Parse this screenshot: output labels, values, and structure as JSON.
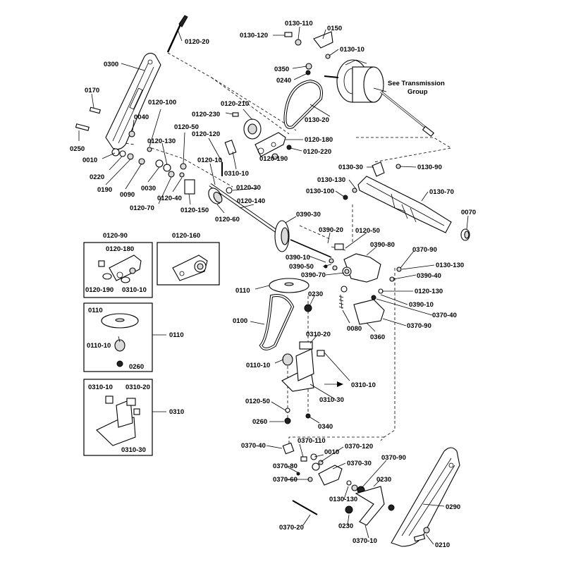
{
  "labels": {
    "l0120_20": "0120-20",
    "l0300": "0300",
    "l0170": "0170",
    "l0040": "0040",
    "l0250": "0250",
    "l0010": "0010",
    "l0220": "0220",
    "l0190": "0190",
    "l0090": "0090",
    "l0030": "0030",
    "l0120_100": "0120-100",
    "l0120_130": "0120-130",
    "l0120_70": "0120-70",
    "l0120_40": "0120-40",
    "l0120_50": "0120-50",
    "l0120_150": "0120-150",
    "l0120_10": "0120-10",
    "l0120_60": "0120-60",
    "l0120_120": "0120-120",
    "l0120_30": "0120-30",
    "l0120_140": "0120-140",
    "l0120_210": "0120-210",
    "l0120_230": "0120-230",
    "l0120_180": "0120-180",
    "l0120_220": "0120-220",
    "l0120_190": "0120-190",
    "l0310_10": "0310-10",
    "l0130_110": "0130-110",
    "l0130_120": "0130-120",
    "l0150": "0150",
    "l0130_10": "0130-10",
    "l0350": "0350",
    "l0240": "0240",
    "l0130_20": "0130-20",
    "l0130_30": "0130-30",
    "l0130_90": "0130-90",
    "l0130_130": "0130-130",
    "l0130_100": "0130-100",
    "l0130_70": "0130-70",
    "l0070": "0070",
    "l0390_30": "0390-30",
    "l0390_20": "0390-20",
    "l0120_50b": "0120-50",
    "l0390_80": "0390-80",
    "l0370_90": "0370-90",
    "l0130_130b": "0130-130",
    "l0390_10": "0390-10",
    "l0390_50": "0390-50",
    "l0390_70": "0390-70",
    "l0390_40": "0390-40",
    "l0120_130b": "0120-130",
    "l0390_10b": "0390-10",
    "l0370_40": "0370-40",
    "l0370_90b": "0370-90",
    "l0110": "0110",
    "l0230": "0230",
    "l0100": "0100",
    "l0080": "0080",
    "l0360": "0360",
    "l0310_20": "0310-20",
    "l0110_10": "0110-10",
    "l0310_10b": "0310-10",
    "l0310_30": "0310-30",
    "l0120_50c": "0120-50",
    "l0260": "0260",
    "l0340": "0340",
    "box1_title": "0120-90",
    "box1_a": "0120-180",
    "box1_b": "0120-190",
    "box1_c": "0310-10",
    "box2_title": "0120-160",
    "box3_a": "0110",
    "box3_b": "0110-10",
    "box3_c": "0260",
    "box3_side": "0110",
    "box4_a": "0310-10",
    "box4_b": "0310-20",
    "box4_c": "0310-30",
    "box4_side": "0310",
    "l0370_40b": "0370-40",
    "l0370_110": "0370-110",
    "l0010b": "0010",
    "l0370_120": "0370-120",
    "l0370_80": "0370-80",
    "l0370_30": "0370-30",
    "l0370_90c": "0370-90",
    "l0370_60": "0370-60",
    "l0230b": "0230",
    "l0130_130c": "0130-130",
    "l0290": "0290",
    "l0230c": "0230",
    "l0370_20": "0370-20",
    "l0370_10": "0370-10",
    "l0210": "0210"
  },
  "note": {
    "line1": "See Transmission",
    "line2": "Group"
  }
}
